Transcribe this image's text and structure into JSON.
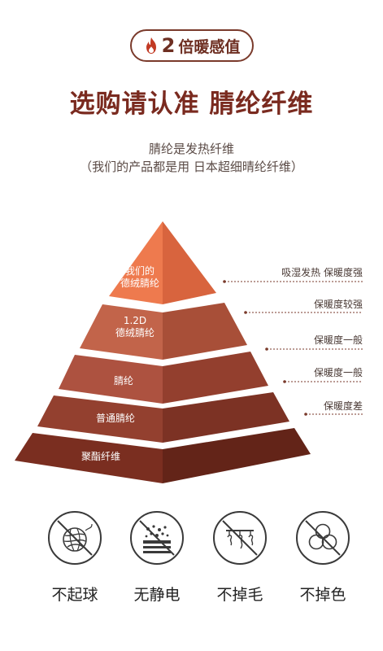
{
  "badge": {
    "num": "2",
    "text": "倍暖感值",
    "icon": "flame-icon"
  },
  "headline": "选购请认准 腈纶纤维",
  "sub": {
    "line1": "腈纶是发热纤维",
    "line2": "（我们的产品都是用 日本超细晴纶纤维）"
  },
  "pyramid": {
    "levels": [
      {
        "lines": [
          "我们的",
          "德绒腈纶"
        ],
        "note": "吸湿发热 保暖度强",
        "color": "#ee7a4e"
      },
      {
        "lines": [
          "1.2D",
          "德绒腈纶"
        ],
        "note": "保暖度较强",
        "color": "#c2644a"
      },
      {
        "lines": [
          "腈纶"
        ],
        "note": "保暖度一般",
        "color": "#ad5240"
      },
      {
        "lines": [
          "普通腈纶"
        ],
        "note": "保暖度一般",
        "color": "#93402f"
      },
      {
        "lines": [
          "聚酯纤维"
        ],
        "note": "保暖度差",
        "color": "#7a2e20"
      }
    ]
  },
  "features": [
    {
      "label": "不起球",
      "icon": "yarn-ball-no-icon"
    },
    {
      "label": "无静电",
      "icon": "no-static-icon"
    },
    {
      "label": "不掉毛",
      "icon": "no-shedding-icon"
    },
    {
      "label": "不掉色",
      "icon": "no-fading-icon"
    }
  ]
}
